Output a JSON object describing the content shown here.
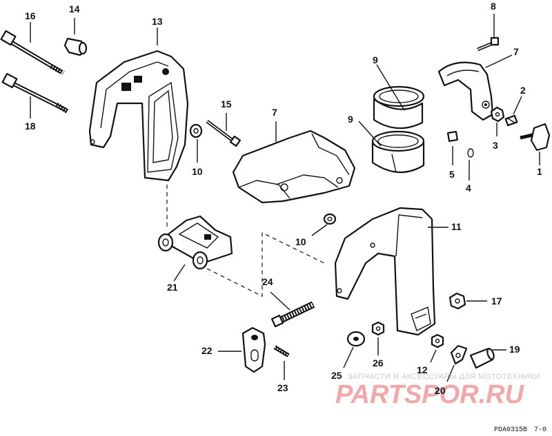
{
  "diagram": {
    "callouts": {
      "c1": "1",
      "c2": "2",
      "c3": "3",
      "c4": "4",
      "c5": "5",
      "c7a": "7",
      "c7b": "7",
      "c8": "8",
      "c9a": "9",
      "c9b": "9",
      "c10a": "10",
      "c10b": "10",
      "c11": "11",
      "c12": "12",
      "c13": "13",
      "c14": "14",
      "c15": "15",
      "c16": "16",
      "c17": "17",
      "c18": "18",
      "c19": "19",
      "c20": "20",
      "c21": "21",
      "c22": "22",
      "c23": "23",
      "c24": "24",
      "c25": "25",
      "c26": "26"
    },
    "watermark_line1": "ЗАПЧАСТИ И АКСЕССУАРЫ ДЛЯ МОТОТЕХНИКИ",
    "watermark_line2": "PARTSPOR.RU",
    "figure_code": "PDA0315B",
    "figure_suffix": "7-0"
  }
}
